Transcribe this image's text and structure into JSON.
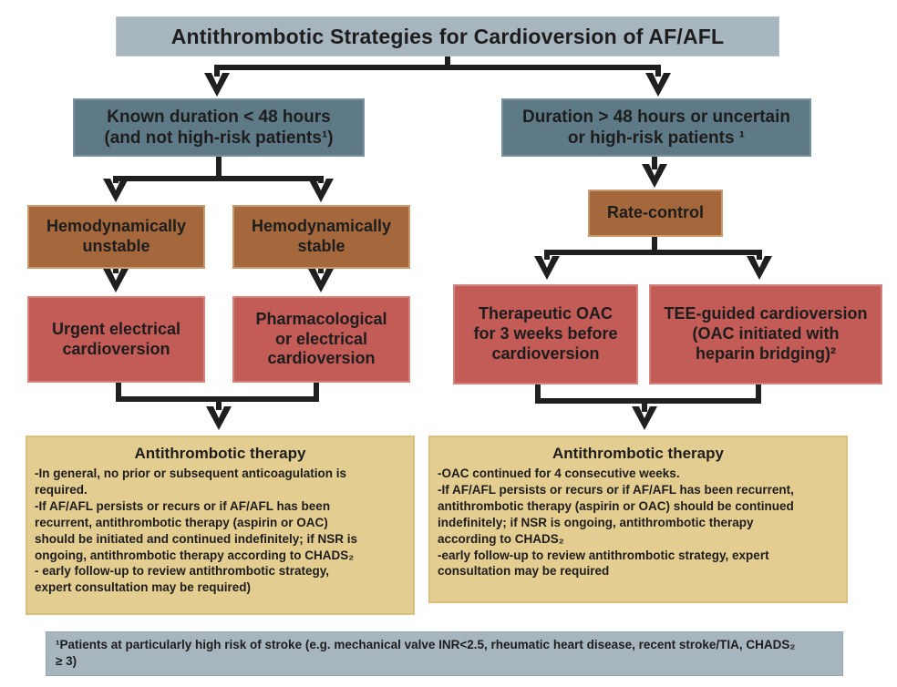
{
  "title": "Antithrombotic Strategies for Cardioversion of  AF/AFL",
  "nodes": {
    "left_header": "Known duration < 48 hours\n(and not high-risk patients¹)",
    "right_header": "Duration > 48 hours or uncertain\nor high-risk patients ¹",
    "hemo_unstable": "Hemodynamically\nunstable",
    "hemo_stable": "Hemodynamically\nstable",
    "rate_control": "Rate-control",
    "urgent_cardioversion": "Urgent electrical\ncardioversion",
    "pharmacological_cardioversion": "Pharmacological\nor electrical\ncardioversion",
    "therapeutic_oac": "Therapeutic OAC\nfor 3 weeks before\ncardioversion",
    "tee_guided": "TEE-guided cardioversion\n(OAC initiated with\nheparin bridging)²"
  },
  "left_therapy": {
    "title": "Antithrombotic therapy",
    "body": "-In general, no prior or subsequent anticoagulation is\nrequired.\n-If AF/AFL persists or recurs or if AF/AFL has been\nrecurrent, antithrombotic therapy (aspirin or OAC)\nshould be initiated and continued indefinitely; if NSR is\nongoing, antithrombotic therapy according to CHADS₂\n- early follow-up to review antithrombotic strategy,\nexpert consultation may be required)"
  },
  "right_therapy": {
    "title": "Antithrombotic therapy",
    "body": "-OAC continued for 4 consecutive weeks.\n-If AF/AFL persists or recurs or if AF/AFL has been recurrent,\nantithrombotic therapy (aspirin or OAC) should be continued\nindefinitely; if NSR is ongoing,  antithrombotic therapy\naccording to CHADS₂\n-early follow-up to review antithrombotic strategy, expert\nconsultation may be required"
  },
  "footnote": "¹Patients at particularly high risk of stroke (e.g. mechanical valve INR<2.5, rheumatic heart disease, recent stroke/TIA, CHADS₂\n≥ 3)",
  "colors": {
    "title_bar_bg": "#a7b5be",
    "branch_header_bg": "#5e7a87",
    "decision_bg": "#a5683c",
    "action_bg": "#c35b57",
    "therapy_bg": "#e4cd90",
    "footnote_bg": "#a7b5be",
    "connector": "#1f1f1f",
    "text": "#1d1d1d"
  }
}
